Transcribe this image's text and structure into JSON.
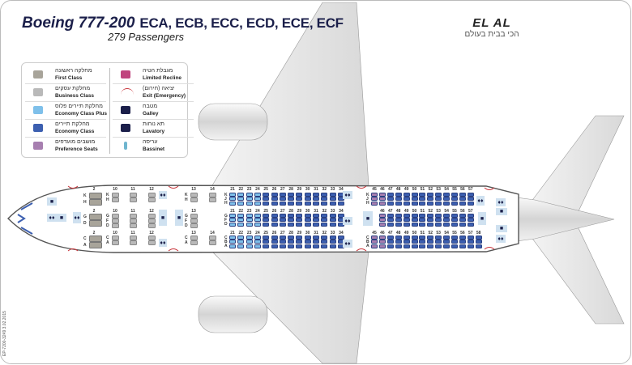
{
  "header": {
    "aircraft": "Boeing 777-200",
    "registrations": "ECA, ECB, ECC, ECD, ECE, ECF",
    "passengers": "279  Passengers"
  },
  "logo": {
    "brand": "EL AL",
    "tagline": "הכי בבית בעולם"
  },
  "legend": {
    "left": [
      {
        "he": "מחלקה ראשונה",
        "en": "First Class",
        "color": "#a8a49a"
      },
      {
        "he": "מחלקת עסקים",
        "en": "Business Class",
        "color": "#b9b9b9"
      },
      {
        "he": "מחלקת תיירים פלוס",
        "en": "Economy Class Plus",
        "color": "#7fc0ea"
      },
      {
        "he": "מחלקת תיירים",
        "en": "Economy Class",
        "color": "#3c5fb0"
      },
      {
        "he": "מושבים מועדפים",
        "en": "Preference Seats",
        "color": "#a77fb0"
      }
    ],
    "right": [
      {
        "he": "מגבלת הטיה",
        "en": "Limited Recline",
        "color": "#c0457e"
      },
      {
        "he": "יציאה (חירום)",
        "en": "Exit (Emergency)",
        "color": "#c8343a"
      },
      {
        "he": "מטבח",
        "en": "Galley",
        "color": "#1b1f4a"
      },
      {
        "he": "תא נוחות",
        "en": "Lavatory",
        "color": "#1b1f4a"
      },
      {
        "he": "עריסה",
        "en": "Bassinet",
        "color": "#6fb5cf"
      }
    ]
  },
  "seatmap": {
    "first": {
      "row": "2",
      "groups": [
        [
          "K",
          "H"
        ],
        [
          "G",
          "D"
        ],
        [
          "C",
          "A"
        ]
      ]
    },
    "business": {
      "rows": [
        "10",
        "11",
        "12",
        "13",
        "14"
      ],
      "groups": [
        [
          "K",
          "H"
        ],
        [
          "G",
          "F",
          "D"
        ],
        [
          "C",
          "A"
        ]
      ]
    },
    "economy_front": {
      "rows": [
        "21",
        "22",
        "23",
        "24",
        "25",
        "26",
        "27",
        "28",
        "29",
        "30",
        "31",
        "32",
        "33",
        "34"
      ],
      "plus_rows": [
        "21",
        "22",
        "23",
        "24"
      ],
      "groups": [
        [
          "K",
          "J",
          "H"
        ],
        [
          "G",
          "F",
          "D"
        ],
        [
          "C",
          "B",
          "A"
        ]
      ]
    },
    "economy_rear": {
      "rows": [
        "45",
        "46",
        "47",
        "48",
        "49",
        "50",
        "51",
        "52",
        "53",
        "54",
        "55",
        "56",
        "57",
        "58"
      ],
      "preference_rows": [
        "45",
        "46"
      ],
      "groups": [
        [
          "K",
          "J",
          "H"
        ],
        [
          "G",
          "F",
          "D"
        ],
        [
          "C",
          "B",
          "A"
        ]
      ]
    }
  },
  "footer": {
    "code": "EP-7200-3249  3.02.2015"
  }
}
